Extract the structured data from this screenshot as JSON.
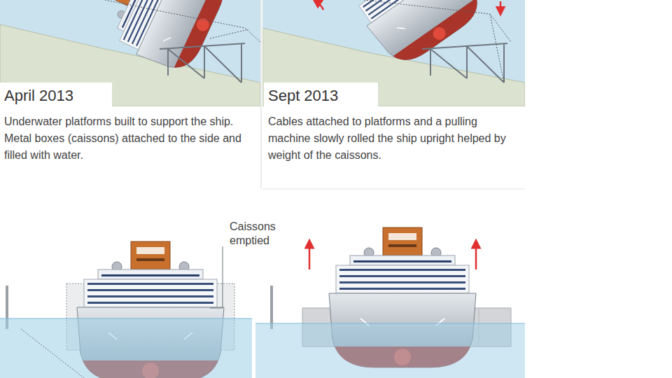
{
  "diagram": {
    "nodes": [
      {
        "text": [
          "April 2013",
          "Underwater platforms built to support the ship. Metal boxes (caissons) attached to the side and filled with water."
        ]
      },
      {
        "text": [
          "Sept 2013",
          "Cables attached to platforms and a pulling machine slowly rolled the ship upright helped by weight of the caissons."
        ]
      }
    ],
    "labels": [
      "Caissons emptied"
    ]
  }
}
